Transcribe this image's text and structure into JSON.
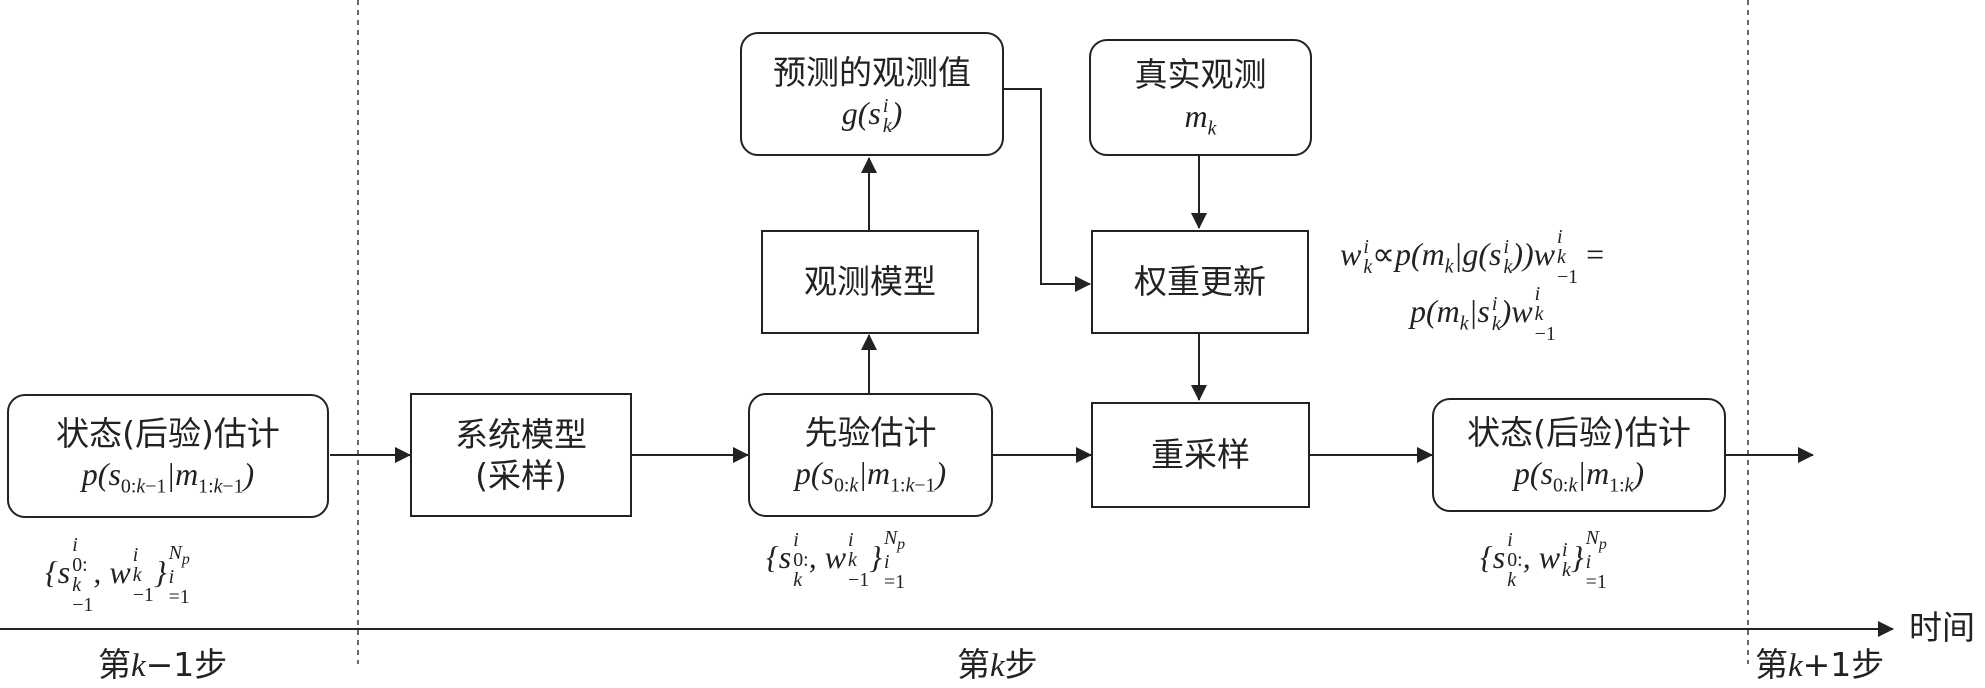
{
  "boxes": {
    "state_prev": {
      "title": "状态(后验)估计",
      "formula": "p(s0:k−1|m1:k−1)"
    },
    "system_model": {
      "line1": "系统模型",
      "line2": "(采样)"
    },
    "prior": {
      "title": "先验估计",
      "formula": "p(s0:k|m1:k−1)"
    },
    "obs_model": {
      "title": "观测模型"
    },
    "predicted_obs": {
      "title": "预测的观测值",
      "formula": "g(s_k^i)"
    },
    "true_obs": {
      "title": "真实观测",
      "formula": "m_k"
    },
    "weight_update": {
      "title": "权重更新"
    },
    "resample": {
      "title": "重采样"
    },
    "state_curr": {
      "title": "状态(后验)估计",
      "formula": "p(s0:k|m1:k)"
    }
  },
  "sets": {
    "prev": "{s_{0:k−1}^i, w_{k−1}^i}_{i=1}^{N_p}",
    "prior": "{s_{0:k}^i, w_{k−1}^i}_{i=1}^{N_p}",
    "curr": "{s_{0:k}^i, w_k^i}_{i=1}^{N_p}"
  },
  "equation": {
    "line1": "w_k^i ∝ p(m_k|g(s_k^i))w_{k−1}^i =",
    "line2": "p(m_k|s_k^i)w_{k−1}^i"
  },
  "timeline": {
    "axis_label": "时间",
    "step_prev": "第k−1步",
    "step_curr": "第k步",
    "step_next": "第k+1步"
  }
}
